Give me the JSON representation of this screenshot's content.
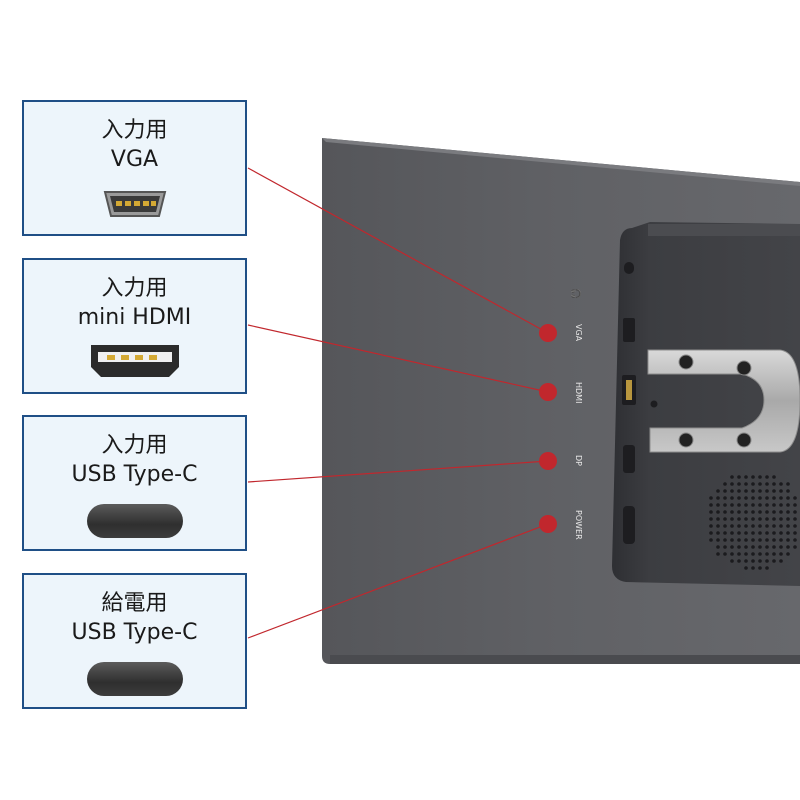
{
  "callouts": [
    {
      "line1": "入力用",
      "line2": "VGA",
      "port": "vga-port-icon"
    },
    {
      "line1": "入力用",
      "line2": "mini HDMI",
      "port": "mini-hdmi-port-icon"
    },
    {
      "line1": "入力用",
      "line2": "USB Type-C",
      "port": "usb-c-port-icon"
    },
    {
      "line1": "給電用",
      "line2": "USB Type-C",
      "port": "usb-c-port-icon"
    }
  ],
  "monitor_labels": {
    "headphone": "🎧",
    "vga": "VGA",
    "hdmi": "HDMI",
    "dp": "DP",
    "power": "POWER"
  },
  "colors": {
    "callout_border": "#1f4f86",
    "callout_fill": "#edf5fb",
    "leader_line": "#c1272d",
    "monitor_body": "#5f6064",
    "monitor_edge": "#4a4b4f",
    "module": "#3b3c40"
  }
}
